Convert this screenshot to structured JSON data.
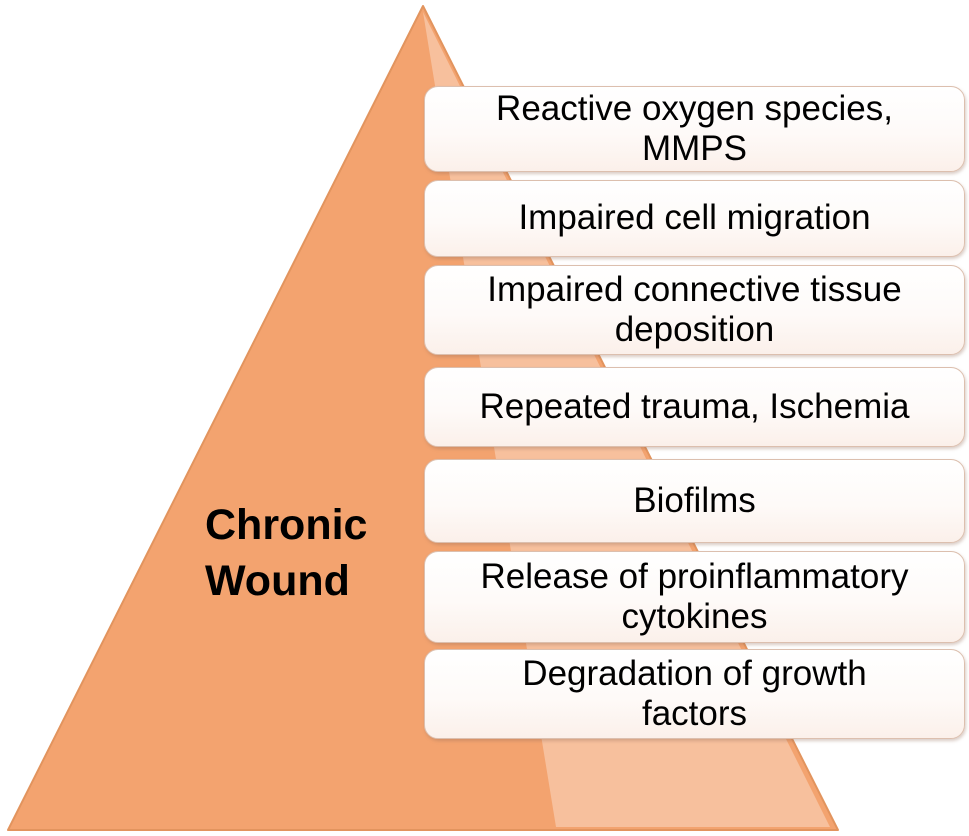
{
  "diagram": {
    "pyramid_label": "Chronic\nWound",
    "items": [
      {
        "label": "Reactive oxygen species,\nMMPS"
      },
      {
        "label": "Impaired cell migration"
      },
      {
        "label": "Impaired connective tissue\ndeposition"
      },
      {
        "label": "Repeated trauma, Ischemia"
      },
      {
        "label": "Biofilms"
      },
      {
        "label": "Release of proinflammatory\ncytokines"
      },
      {
        "label": "Degradation of growth\nfactors"
      }
    ]
  },
  "colors": {
    "pyramid_fill": "#f3a36f",
    "pyramid_edge": "#e2945e",
    "box_border": "#dcbfae",
    "text_color": "#000000"
  }
}
